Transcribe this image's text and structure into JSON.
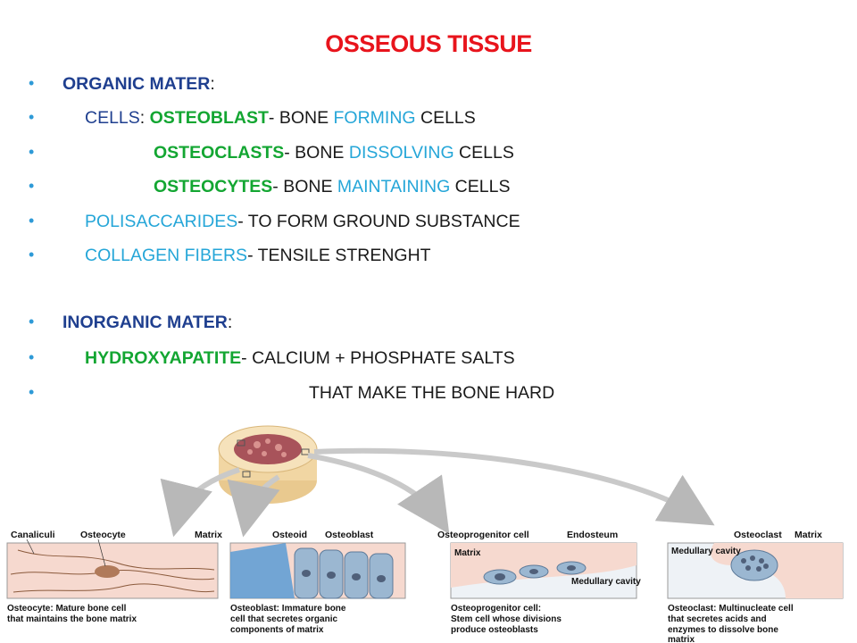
{
  "title": "OSSEOUS TISSUE",
  "lines": [
    {
      "parts": [
        {
          "t": "ORGANIC MATER",
          "c": "navy"
        },
        {
          "t": ":",
          "c": "dark"
        }
      ]
    },
    {
      "parts": [
        {
          "t": "CELLS",
          "c": "navyplain"
        },
        {
          "t": ": ",
          "c": "dark"
        },
        {
          "t": "OSTEOBLAST",
          "c": "green"
        },
        {
          "t": "- BONE ",
          "c": "dark"
        },
        {
          "t": "FORMING",
          "c": "cyan"
        },
        {
          "t": " CELLS",
          "c": "dark"
        }
      ]
    },
    {
      "parts": [
        {
          "t": "OSTEOCLASTS",
          "c": "green"
        },
        {
          "t": "- BONE ",
          "c": "dark"
        },
        {
          "t": "DISSOLVING",
          "c": "cyan"
        },
        {
          "t": " CELLS",
          "c": "dark"
        }
      ]
    },
    {
      "parts": [
        {
          "t": "OSTEOCYTES",
          "c": "green"
        },
        {
          "t": "- BONE ",
          "c": "dark"
        },
        {
          "t": "MAINTAINING",
          "c": "cyan"
        },
        {
          "t": " CELLS",
          "c": "dark"
        }
      ]
    },
    {
      "parts": [
        {
          "t": "POLISACCARIDES",
          "c": "cyan"
        },
        {
          "t": "- TO FORM GROUND SUBSTANCE",
          "c": "dark"
        }
      ]
    },
    {
      "parts": [
        {
          "t": "COLLAGEN FIBERS",
          "c": "cyan"
        },
        {
          "t": "- TENSILE STRENGHT",
          "c": "dark"
        }
      ]
    },
    {
      "parts": []
    },
    {
      "parts": [
        {
          "t": "INORGANIC MATER",
          "c": "navy"
        },
        {
          "t": ":",
          "c": "dark"
        }
      ]
    },
    {
      "parts": [
        {
          "t": "HYDROXYAPATITE",
          "c": "green"
        },
        {
          "t": "- CALCIUM + PHOSPHATE SALTS",
          "c": "dark"
        }
      ]
    },
    {
      "parts": [
        {
          "t": "THAT  MAKE THE BONE HARD",
          "c": "dark"
        }
      ]
    }
  ],
  "diagram": {
    "labels": {
      "canaliculi": "Canaliculi",
      "osteocyte": "Osteocyte",
      "matrix1": "Matrix",
      "osteoid": "Osteoid",
      "osteoblast": "Osteoblast",
      "osteoprogenitor": "Osteoprogenitor cell",
      "endosteum": "Endosteum",
      "osteoclast": "Osteoclast",
      "matrix2": "Matrix",
      "matrix3": "Matrix",
      "medullary_cavity1": "Medullary cavity",
      "medullary_cavity2": "Medullary cavity"
    },
    "captions": {
      "osteocyte": [
        "Osteocyte: Mature bone cell",
        "that maintains the bone matrix"
      ],
      "osteoblast": [
        "Osteoblast: Immature bone",
        "cell that secretes organic",
        "components of matrix"
      ],
      "osteoprogenitor": [
        "Osteoprogenitor cell:",
        "Stem cell whose divisions",
        "produce osteoblasts"
      ],
      "osteoclast": [
        "Osteoclast: Multinucleate cell",
        "that secretes acids and",
        "enzymes to dissolve bone",
        "matrix"
      ]
    },
    "colors": {
      "bone_outer": "#f3dcb0",
      "spongy": "#a8535a",
      "matrix_bg": "#f6d9cf",
      "osteoid_blue": "#5b9bd5",
      "cell_blue": "#9bb7d1",
      "arrow_gray": "#c9c9c9"
    }
  }
}
